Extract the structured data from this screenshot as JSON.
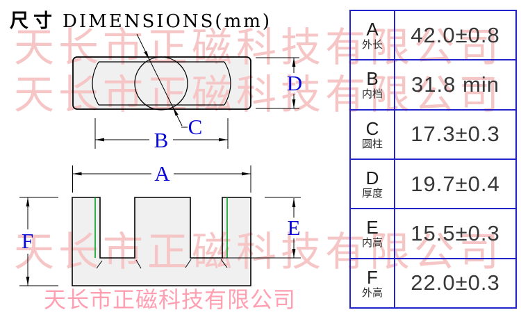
{
  "title": {
    "cn": "尺寸",
    "en": "DIMENSIONS(mm)"
  },
  "watermark": {
    "band_text": "天长市正磁科技有限公司",
    "footer_text": "天长市正磁科技有限公司",
    "band_color": "#F6C6C6",
    "footer_color": "#FF9FB2"
  },
  "drawing": {
    "labels": {
      "A": "A",
      "B": "B",
      "C": "C",
      "D": "D",
      "E": "E",
      "F": "F"
    },
    "label_color": "#0A0AD8",
    "outline_color": "#000000",
    "body_fill_color": "#F0F0F0",
    "gap_line_color": "#00A020"
  },
  "table": {
    "border_color": "#2323CB",
    "rows": [
      {
        "letter": "A",
        "cn": "外长",
        "value": "42.0±0.8"
      },
      {
        "letter": "B",
        "cn": "内档",
        "value": "31.8 min"
      },
      {
        "letter": "C",
        "cn": "圆柱",
        "value": "17.3±0.3"
      },
      {
        "letter": "D",
        "cn": "厚度",
        "value": "19.7±0.4"
      },
      {
        "letter": "E",
        "cn": "内高",
        "value": "15.5±0.3"
      },
      {
        "letter": "F",
        "cn": "外高",
        "value": "22.0±0.3"
      }
    ]
  }
}
